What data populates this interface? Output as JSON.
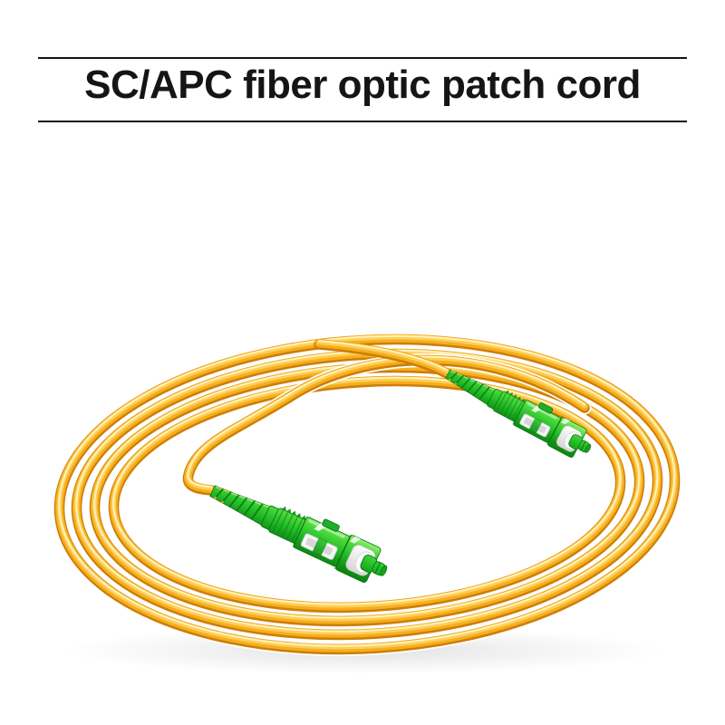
{
  "banner": {
    "title": "SC/APC fiber optic patch cord"
  },
  "product": {
    "description": "Coiled yellow single-mode fiber optic patch cable with two green SC/APC connectors",
    "connector_type": "SC/APC",
    "connector_count": 2,
    "coil_loops": 4,
    "colors": {
      "cable_yellow": "#F5AF1E",
      "cable_highlight": "#FFF3C2",
      "cable_shadow": "#CE7D06",
      "connector_green": "#27C22B",
      "connector_green_dark": "#0C7D11",
      "ferrule_face_white": "#F2F2F2",
      "title_text": "#151515",
      "background": "#FFFFFF"
    }
  }
}
